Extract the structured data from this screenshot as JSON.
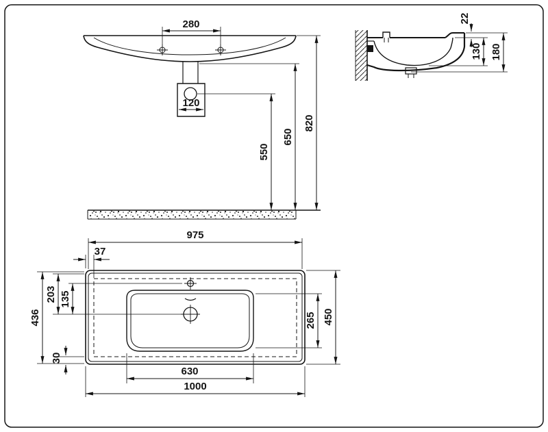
{
  "colors": {
    "background": "#ffffff",
    "line": "#141414",
    "frame": "#cccccc"
  },
  "drawing": {
    "front_view": {
      "tap_holes_spacing": "280",
      "trap_width": "120",
      "drain_height": "550",
      "basin_underside_height": "650",
      "rim_height": "820"
    },
    "side_view": {
      "front_lip": "22",
      "bowl_depth": "130",
      "overall_depth": "180"
    },
    "plan_view": {
      "width_top": "975",
      "side_offset": "37",
      "back_to_drain": "203",
      "tap_to_drain": "135",
      "depth_left": "436",
      "front_offset": "30",
      "bowl_width": "630",
      "width_overall": "1000",
      "bowl_depth": "265",
      "depth_overall": "450"
    }
  }
}
